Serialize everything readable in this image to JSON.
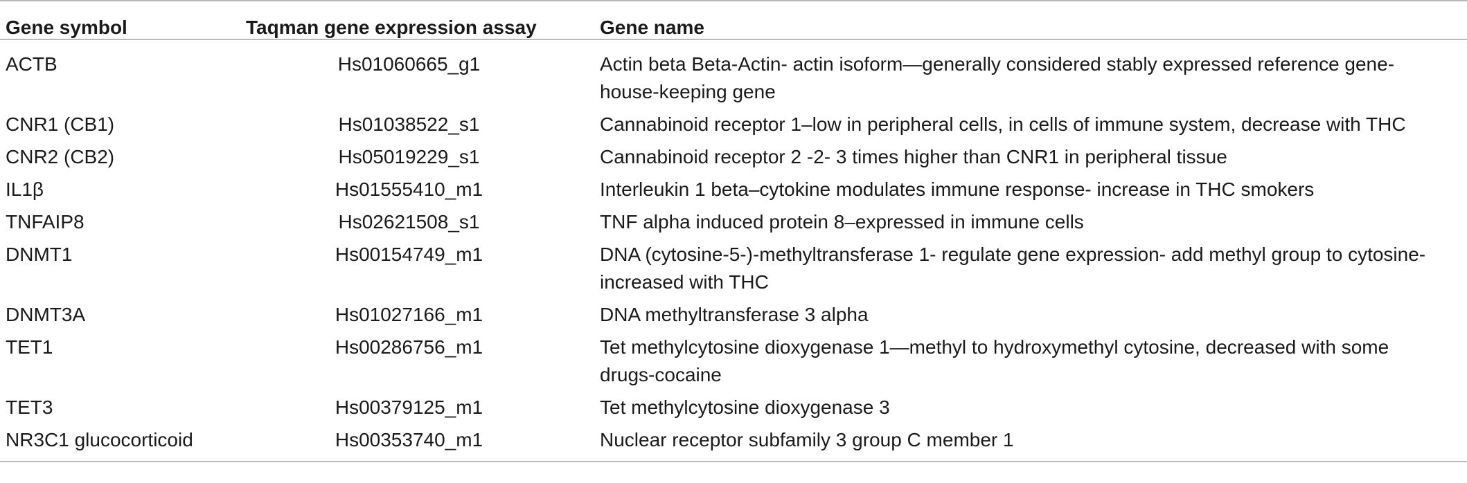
{
  "table": {
    "headers": [
      "Gene symbol",
      "Taqman gene expression assay",
      "Gene name"
    ],
    "rows": [
      {
        "symbol": "ACTB",
        "assay": "Hs01060665_g1",
        "name": "Actin beta Beta-Actin- actin isoform—generally considered stably expressed reference gene- house-keeping gene"
      },
      {
        "symbol": "CNR1 (CB1)",
        "assay": "Hs01038522_s1",
        "name": "Cannabinoid receptor 1–low in peripheral cells, in cells of immune system, decrease with THC"
      },
      {
        "symbol": "CNR2 (CB2)",
        "assay": "Hs05019229_s1",
        "name": "Cannabinoid receptor 2 -2- 3 times higher than CNR1 in peripheral tissue"
      },
      {
        "symbol": "IL1β",
        "assay": "Hs01555410_m1",
        "name": "Interleukin 1 beta–cytokine modulates immune response- increase in THC smokers"
      },
      {
        "symbol": "TNFAIP8",
        "assay": "Hs02621508_s1",
        "name": "TNF alpha induced protein 8–expressed in immune cells"
      },
      {
        "symbol": "DNMT1",
        "assay": "Hs00154749_m1",
        "name": "DNA (cytosine-5-)-methyltransferase 1- regulate gene expression- add methyl group to cytosine- increased with THC"
      },
      {
        "symbol": "DNMT3A",
        "assay": "Hs01027166_m1",
        "name": "DNA methyltransferase 3 alpha"
      },
      {
        "symbol": "TET1",
        "assay": "Hs00286756_m1",
        "name": "Tet methylcytosine dioxygenase 1—methyl to hydroxymethyl cytosine, decreased with some drugs-cocaine"
      },
      {
        "symbol": "TET3",
        "assay": "Hs00379125_m1",
        "name": "Tet methylcytosine dioxygenase 3"
      },
      {
        "symbol": "NR3C1 glucocorticoid",
        "assay": "Hs00353740_m1",
        "name": "Nuclear receptor subfamily 3 group C member 1"
      }
    ]
  }
}
